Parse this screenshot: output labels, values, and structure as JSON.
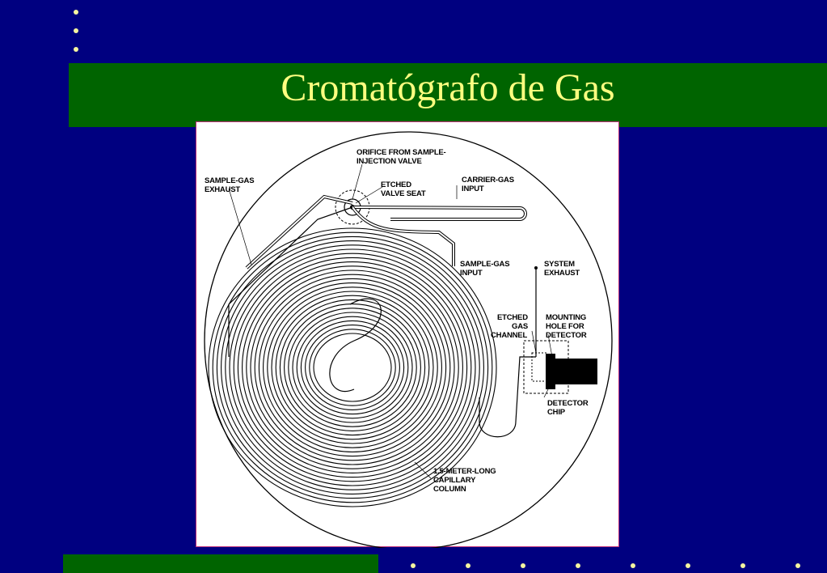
{
  "slide": {
    "title": "Cromatógrafo de Gas"
  },
  "diagram": {
    "labels": {
      "orifice": [
        "ORIFICE FROM SAMPLE-",
        "INJECTION VALVE"
      ],
      "sample_gas_exhaust": [
        "SAMPLE-GAS",
        "EXHAUST"
      ],
      "etched_valve_seat": [
        "ETCHED",
        "VALVE SEAT"
      ],
      "carrier_gas_input": [
        "CARRIER-GAS",
        "INPUT"
      ],
      "sample_gas_input": [
        "SAMPLE-GAS",
        "INPUT"
      ],
      "system_exhaust": [
        "SYSTEM",
        "EXHAUST"
      ],
      "etched_gas_channel": [
        "ETCHED",
        "GAS",
        "CHANNEL"
      ],
      "mounting_hole": [
        "MOUNTING",
        "HOLE FOR",
        "DETECTOR"
      ],
      "detector_chip": [
        "DETECTOR",
        "CHIP"
      ],
      "capillary_column": [
        "1.5-METER-LONG",
        "CAPILLARY",
        "COLUMN"
      ]
    }
  },
  "colors": {
    "background": "#000080",
    "title_band": "#006400",
    "title_text": "#ffff80",
    "dots": "#f5f5a0"
  }
}
